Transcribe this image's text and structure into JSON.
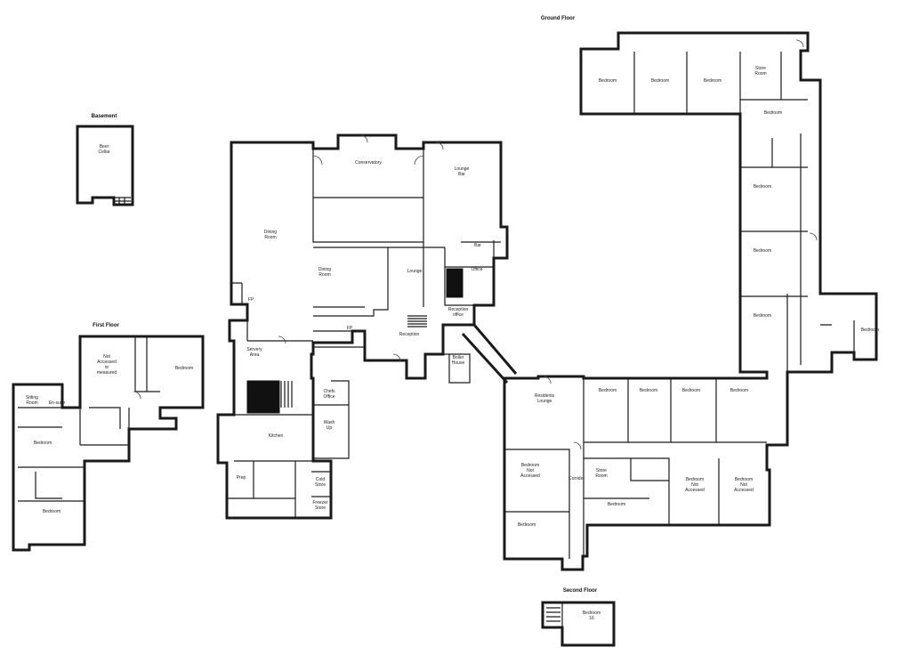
{
  "floors": {
    "ground": "Ground Floor",
    "basement": "Basement",
    "first": "First Floor",
    "second": "Second Floor"
  },
  "rooms": {
    "beer_cellar": "Beer\nCellar",
    "conservatory": "Conservatory",
    "lounge_bar": "Lounge\nBar",
    "bar": "Bar",
    "dining_room_1": "Dining\nRoom",
    "dining_room_2": "Dining\nRoom",
    "lounge": "Lounge",
    "office": "Office",
    "reception_office": "Reception\noffice",
    "reception": "Reception",
    "servery_area": "Servery\nArea",
    "boiler_house": "Boiler\nHouse",
    "fp1": "FP",
    "fp2": "FP",
    "chefs_office": "Chefs\nOffice",
    "wash_up": "Wash\nUp",
    "kitchen": "Kitchen",
    "prep": "Prep",
    "cold_store": "Cold\nStore",
    "freezer_store": "Freezer\nStore",
    "residents_lounge": "Residents\nLounge",
    "store_room_top": "Store\nRoom",
    "store_room_bottom": "Store\nRoom",
    "bedroom_not_accessed_1": "Bedroom\nNot\nAccessed",
    "bedroom_not_accessed_2": "Bedroom\nNot\nAccessed",
    "bedroom_not_accessed_3": "Bedroom\nNot\nAccessed",
    "corridor": "Corridor",
    "fp_not_accessed": "Not\nAccessed\nor\nmeasured",
    "sitting_room": "Sitting\nRoom",
    "en_suite": "En-suite",
    "bedroom_16": "Bedroom\n16",
    "bedroom": "Bedroom"
  }
}
